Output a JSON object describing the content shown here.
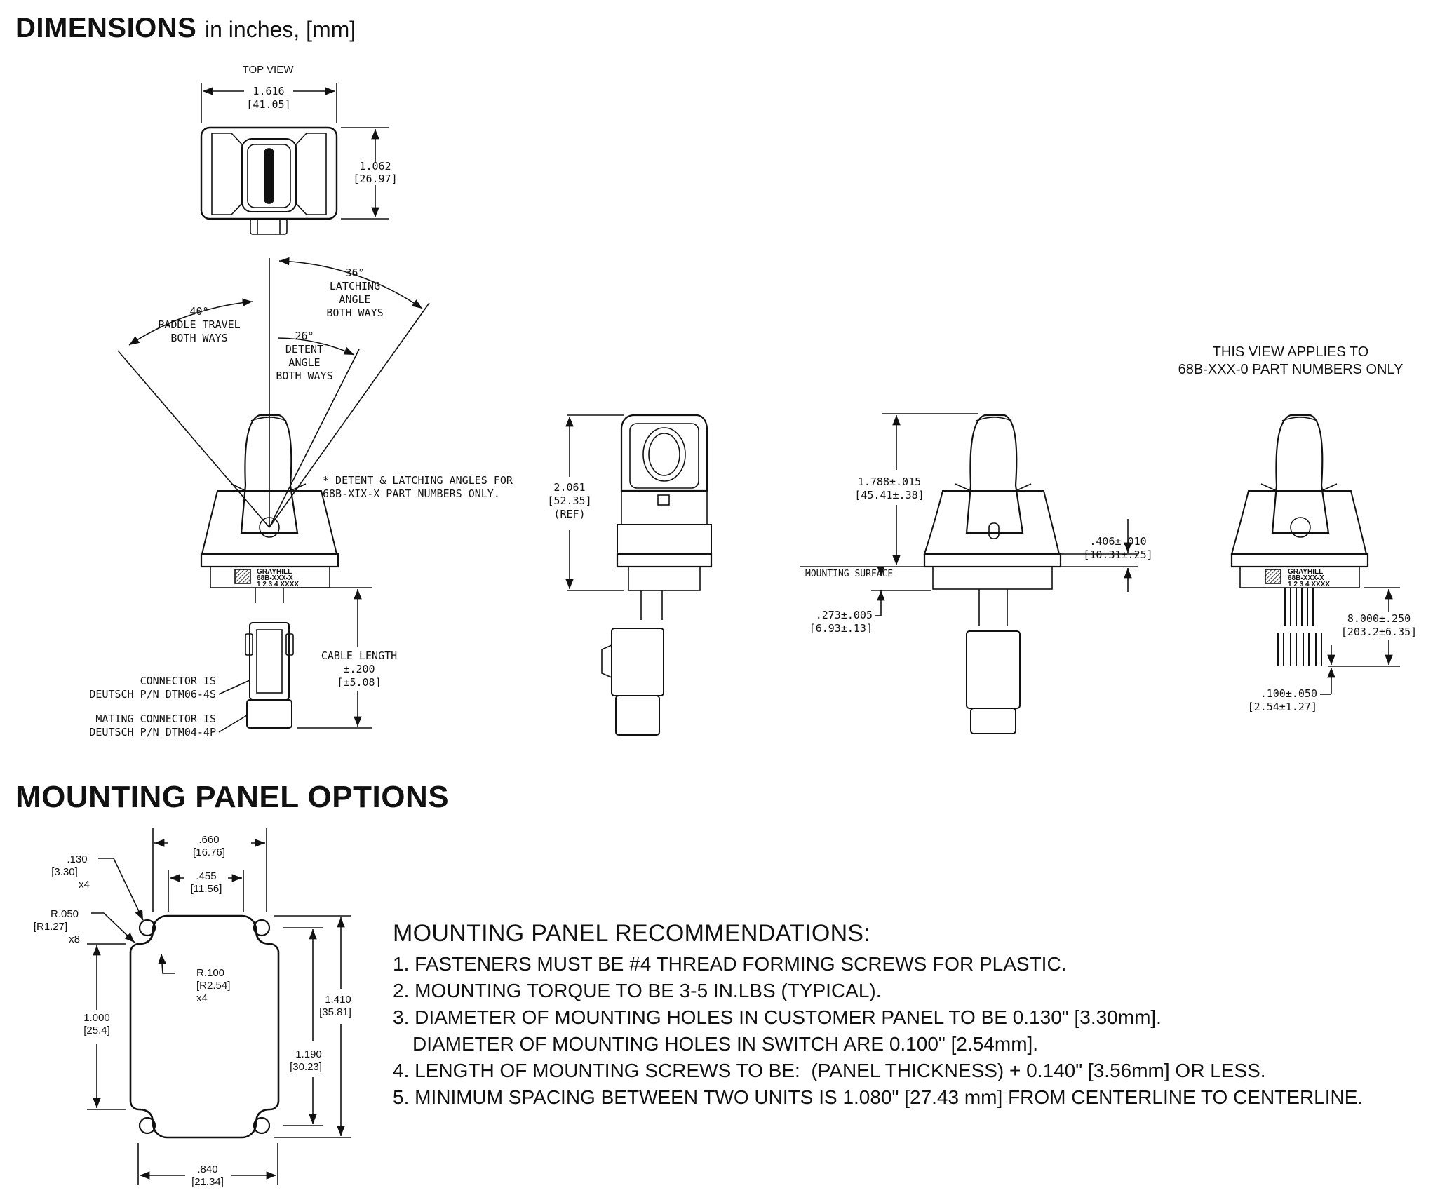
{
  "headings": {
    "dimensions": "DIMENSIONS",
    "dimensions_units": "in inches, [mm]",
    "mounting_panel_options": "MOUNTING PANEL OPTIONS"
  },
  "top_view": {
    "label": "TOP VIEW",
    "width_in": "1.616",
    "width_mm": "[41.05]",
    "height_in": "1.062",
    "height_mm": "[26.97]"
  },
  "angle_view": {
    "latching": [
      "36°",
      "LATCHING",
      "ANGLE",
      "BOTH WAYS"
    ],
    "paddle": [
      "40°",
      "PADDLE TRAVEL",
      "BOTH WAYS"
    ],
    "detent": [
      "26°",
      "DETENT",
      "ANGLE",
      "BOTH WAYS"
    ],
    "footnote": [
      "* DETENT & LATCHING ANGLES FOR",
      "68B-XIX-X PART NUMBERS ONLY."
    ],
    "label_brand": "GRAYHILL",
    "label_part": "68B-XXX-X",
    "label_pins": "1 2 3 4  XXXX",
    "cable": [
      "CABLE LENGTH",
      "±.200",
      "[±5.08]"
    ],
    "connector": [
      "CONNECTOR IS",
      "DEUTSCH P/N DTM06-4S"
    ],
    "mating": [
      "MATING CONNECTOR IS",
      "DEUTSCH P/N DTM04-4P"
    ]
  },
  "side_view": {
    "height": [
      "2.061",
      "[52.35]",
      "(REF)"
    ]
  },
  "front_view": {
    "height": [
      "1.788±.015",
      "[45.41±.38]"
    ],
    "offset": [
      ".406±.010",
      "[10.31±.25]"
    ],
    "mounting_surface": "MOUNTING SURFACE",
    "thickness": [
      ".273±.005",
      "[6.93±.13]"
    ]
  },
  "pin_view": {
    "note": [
      "THIS VIEW APPLIES TO",
      "68B-XXX-0 PART NUMBERS ONLY"
    ],
    "length": [
      "8.000±.250",
      "[203.2±6.35]"
    ],
    "pitch": [
      ".100±.050",
      "[2.54±1.27]"
    ]
  },
  "panel": {
    "hole": [
      ".130",
      "[3.30]",
      "x4"
    ],
    "radius_small": [
      "R.050",
      "[R1.27]",
      "x8"
    ],
    "radius_large": [
      "R.100",
      "[R2.54]",
      "x4"
    ],
    "top_outer": [
      ".660",
      "[16.76]"
    ],
    "top_inner": [
      ".455",
      "[11.56]"
    ],
    "left_height": [
      "1.000",
      "[25.4]"
    ],
    "right_outer": [
      "1.410",
      "[35.81]"
    ],
    "right_inner": [
      "1.190",
      "[30.23]"
    ],
    "bottom": [
      ".840",
      "[21.34]"
    ]
  },
  "recommendations": {
    "title": "MOUNTING PANEL RECOMMENDATIONS:",
    "items": [
      "1. FASTENERS MUST BE #4 THREAD FORMING SCREWS FOR PLASTIC.",
      "2. MOUNTING TORQUE TO BE 3-5 IN.LBS (TYPICAL).",
      "3. DIAMETER OF MOUNTING HOLES IN CUSTOMER PANEL TO BE 0.130\" [3.30mm].",
      "DIAMETER OF MOUNTING HOLES IN SWITCH ARE 0.100\" [2.54mm].",
      "4. LENGTH OF MOUNTING SCREWS TO BE:  (PANEL THICKNESS) + 0.140\" [3.56mm] OR LESS.",
      "5. MINIMUM SPACING BETWEEN TWO UNITS IS 1.080\" [27.43 mm] FROM CENTERLINE TO CENTERLINE."
    ]
  }
}
